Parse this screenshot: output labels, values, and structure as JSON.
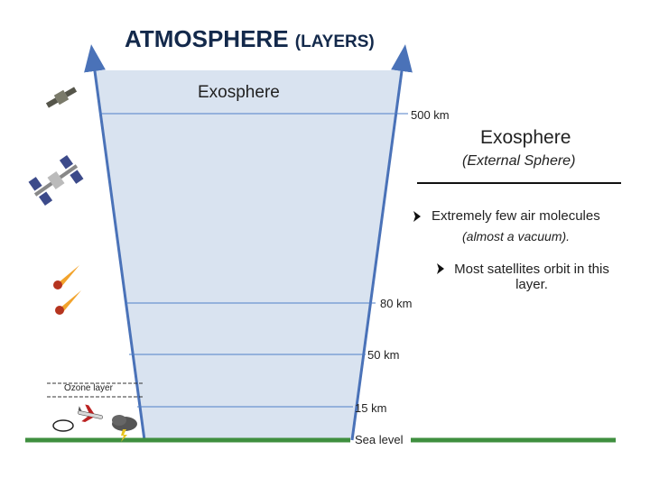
{
  "title": {
    "main": "ATMOSPHERE",
    "sub": "(LAYERS)"
  },
  "diagram": {
    "layer_label": "Exosphere",
    "altitudes": {
      "top": "500 km",
      "mesosphere_top": "80 km",
      "stratosphere_top": "50 km",
      "troposphere_top": "15 km",
      "sea_level": "Sea level"
    },
    "ozone_label": "Ozone layer",
    "colors": {
      "layer_fill": "#d9e3f0",
      "arrow": "#4a72b8",
      "ground": "#3f8f3f",
      "tick": "#4f7fc7"
    },
    "icons": [
      "satellite-icon",
      "space-station-icon",
      "meteor-icon",
      "meteor-icon",
      "cloud-icon",
      "airplane-icon",
      "storm-cloud-icon"
    ]
  },
  "info": {
    "heading": "Exosphere",
    "subheading": "(External Sphere)",
    "bullets": [
      {
        "text": "Extremely few air molecules",
        "detail": "(almost a vacuum)."
      },
      {
        "text": "Most satellites orbit in this layer.",
        "detail": ""
      }
    ]
  }
}
